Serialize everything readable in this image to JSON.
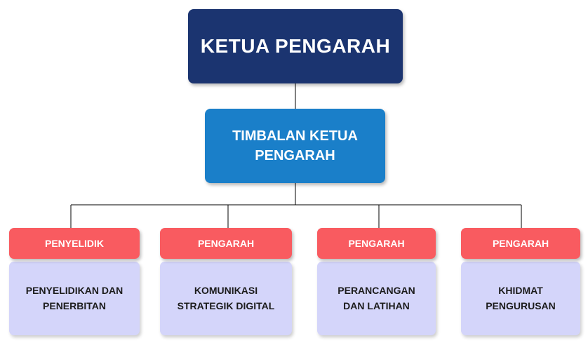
{
  "chart": {
    "top": {
      "label": "KETUA PENGARAH",
      "color": "#1b3470"
    },
    "deputy": {
      "label": "TIMBALAN KETUA\nPENGARAH",
      "color": "#1a7fc9"
    },
    "departments": [
      {
        "role": "PENYELIDIK",
        "unit": "PENYELIDIKAN DAN\nPENERBITAN"
      },
      {
        "role": "PENGARAH",
        "unit": "KOMUNIKASI\nSTRATEGIK DIGITAL"
      },
      {
        "role": "PENGARAH",
        "unit": "PERANCANGAN\nDAN LATIHAN"
      },
      {
        "role": "PENGARAH",
        "unit": "KHIDMAT\nPENGURUSAN"
      }
    ],
    "colors": {
      "role_header": "#f95b60",
      "unit_body": "#d4d5fa",
      "connector": "#000000"
    }
  }
}
